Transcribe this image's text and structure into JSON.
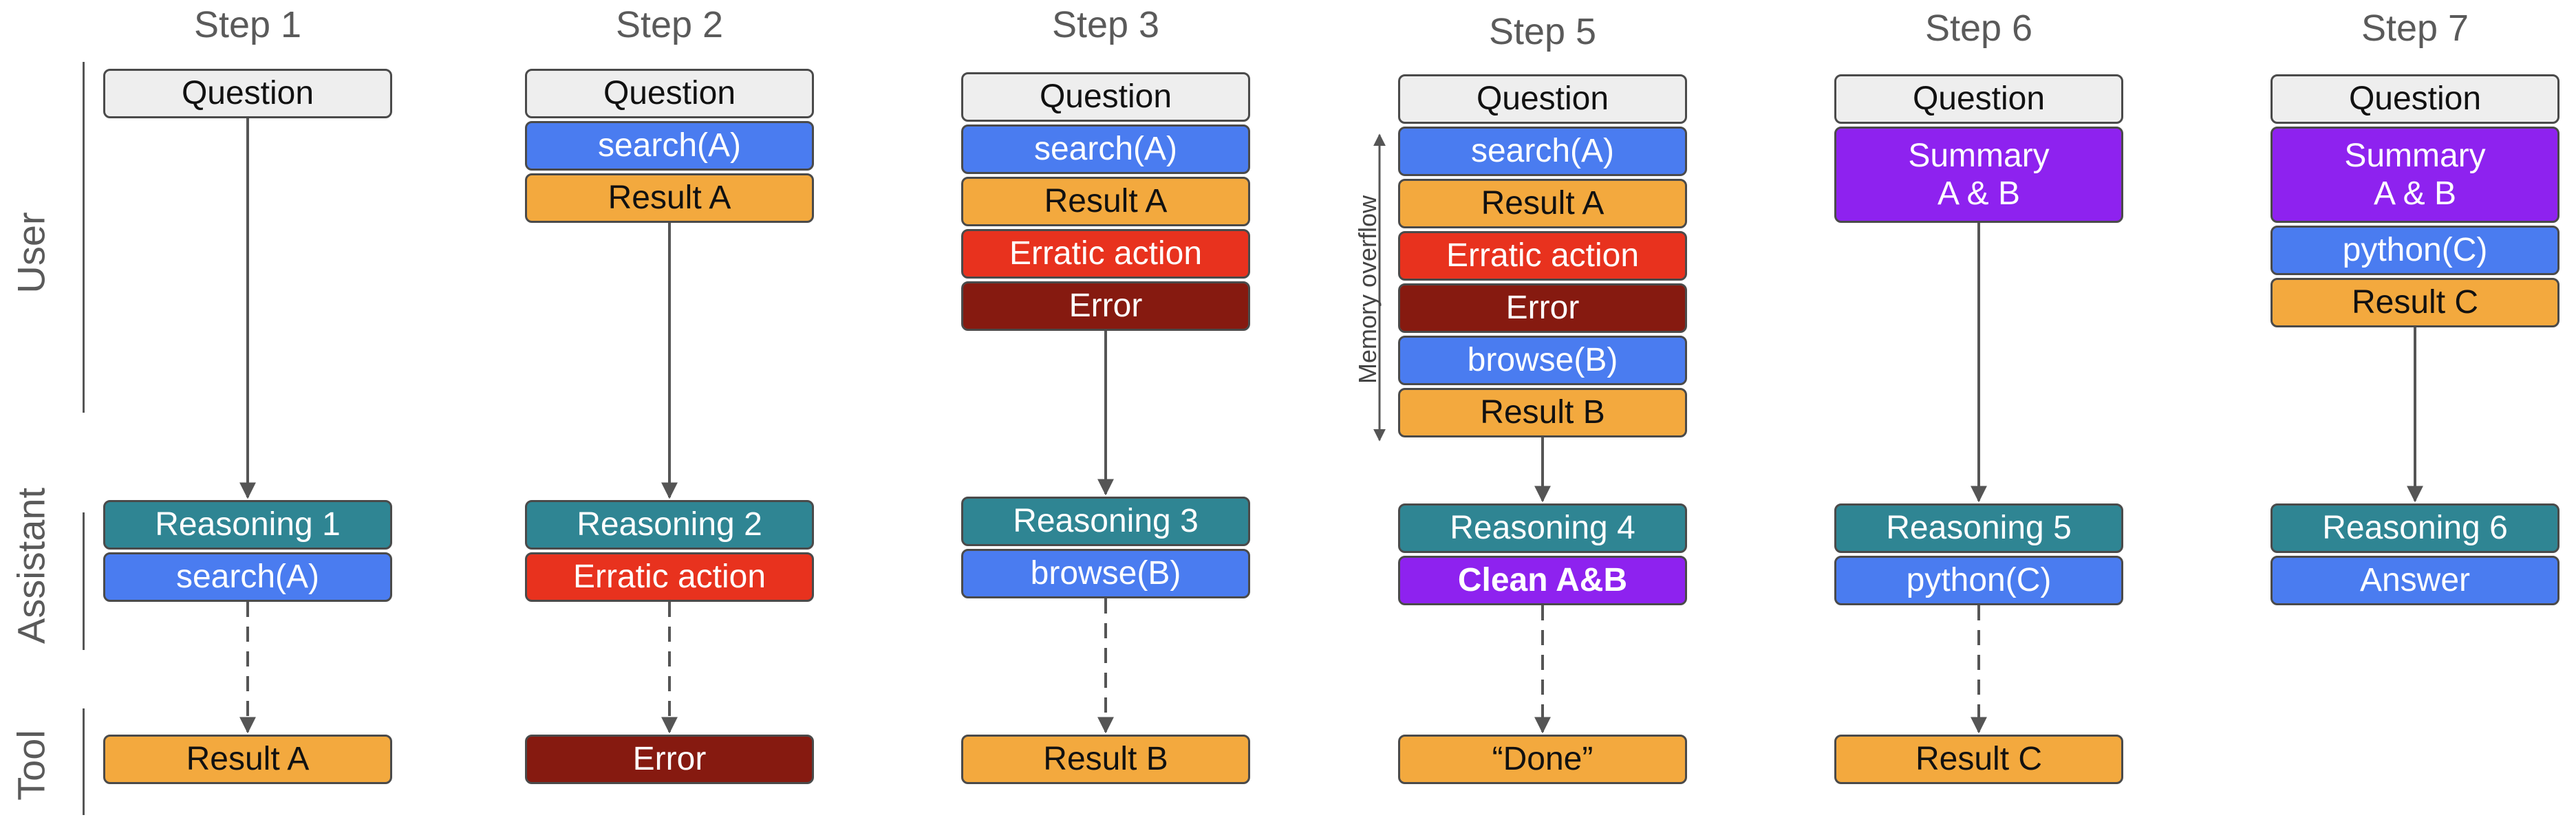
{
  "rows": {
    "user": "User",
    "assistant": "Assistant",
    "tool": "Tool"
  },
  "memory_overflow": "Memory overflow",
  "steps": [
    {
      "title": "Step 1",
      "user": [
        {
          "type": "question",
          "text": "Question"
        }
      ],
      "assistant": [
        {
          "type": "reasoning",
          "text": "Reasoning 1"
        },
        {
          "type": "search",
          "text": "search(A)"
        }
      ],
      "tool": {
        "type": "result",
        "text": "Result A"
      }
    },
    {
      "title": "Step 2",
      "user": [
        {
          "type": "question",
          "text": "Question"
        },
        {
          "type": "search",
          "text": "search(A)"
        },
        {
          "type": "result",
          "text": "Result A"
        }
      ],
      "assistant": [
        {
          "type": "reasoning",
          "text": "Reasoning 2"
        },
        {
          "type": "erratic",
          "text": "Erratic action"
        }
      ],
      "tool": {
        "type": "error",
        "text": "Error"
      }
    },
    {
      "title": "Step 3",
      "user": [
        {
          "type": "question",
          "text": "Question"
        },
        {
          "type": "search",
          "text": "search(A)"
        },
        {
          "type": "result",
          "text": "Result A"
        },
        {
          "type": "erratic",
          "text": "Erratic action"
        },
        {
          "type": "error",
          "text": "Error"
        }
      ],
      "assistant": [
        {
          "type": "reasoning",
          "text": "Reasoning 3"
        },
        {
          "type": "browse",
          "text": "browse(B)"
        }
      ],
      "tool": {
        "type": "result",
        "text": "Result B"
      }
    },
    {
      "title": "Step 5",
      "user": [
        {
          "type": "question",
          "text": "Question"
        },
        {
          "type": "search",
          "text": "search(A)"
        },
        {
          "type": "result",
          "text": "Result A"
        },
        {
          "type": "erratic",
          "text": "Erratic action"
        },
        {
          "type": "error",
          "text": "Error"
        },
        {
          "type": "browse",
          "text": "browse(B)"
        },
        {
          "type": "result",
          "text": "Result B"
        }
      ],
      "assistant": [
        {
          "type": "reasoning",
          "text": "Reasoning 4"
        },
        {
          "type": "clean",
          "text": "Clean A&B"
        }
      ],
      "tool": {
        "type": "done",
        "text": "“Done”"
      }
    },
    {
      "title": "Step 6",
      "user": [
        {
          "type": "question",
          "text": "Question"
        },
        {
          "type": "summary",
          "text": "Summary\nA & B"
        }
      ],
      "assistant": [
        {
          "type": "reasoning",
          "text": "Reasoning 5"
        },
        {
          "type": "python",
          "text": "python(C)"
        }
      ],
      "tool": {
        "type": "result",
        "text": "Result C"
      }
    },
    {
      "title": "Step 7",
      "user": [
        {
          "type": "question",
          "text": "Question"
        },
        {
          "type": "summary",
          "text": "Summary\nA & B"
        },
        {
          "type": "python",
          "text": "python(C)"
        },
        {
          "type": "result",
          "text": "Result C"
        }
      ],
      "assistant": [
        {
          "type": "reasoning",
          "text": "Reasoning 6"
        },
        {
          "type": "answer",
          "text": "Answer"
        }
      ],
      "tool": null
    }
  ]
}
